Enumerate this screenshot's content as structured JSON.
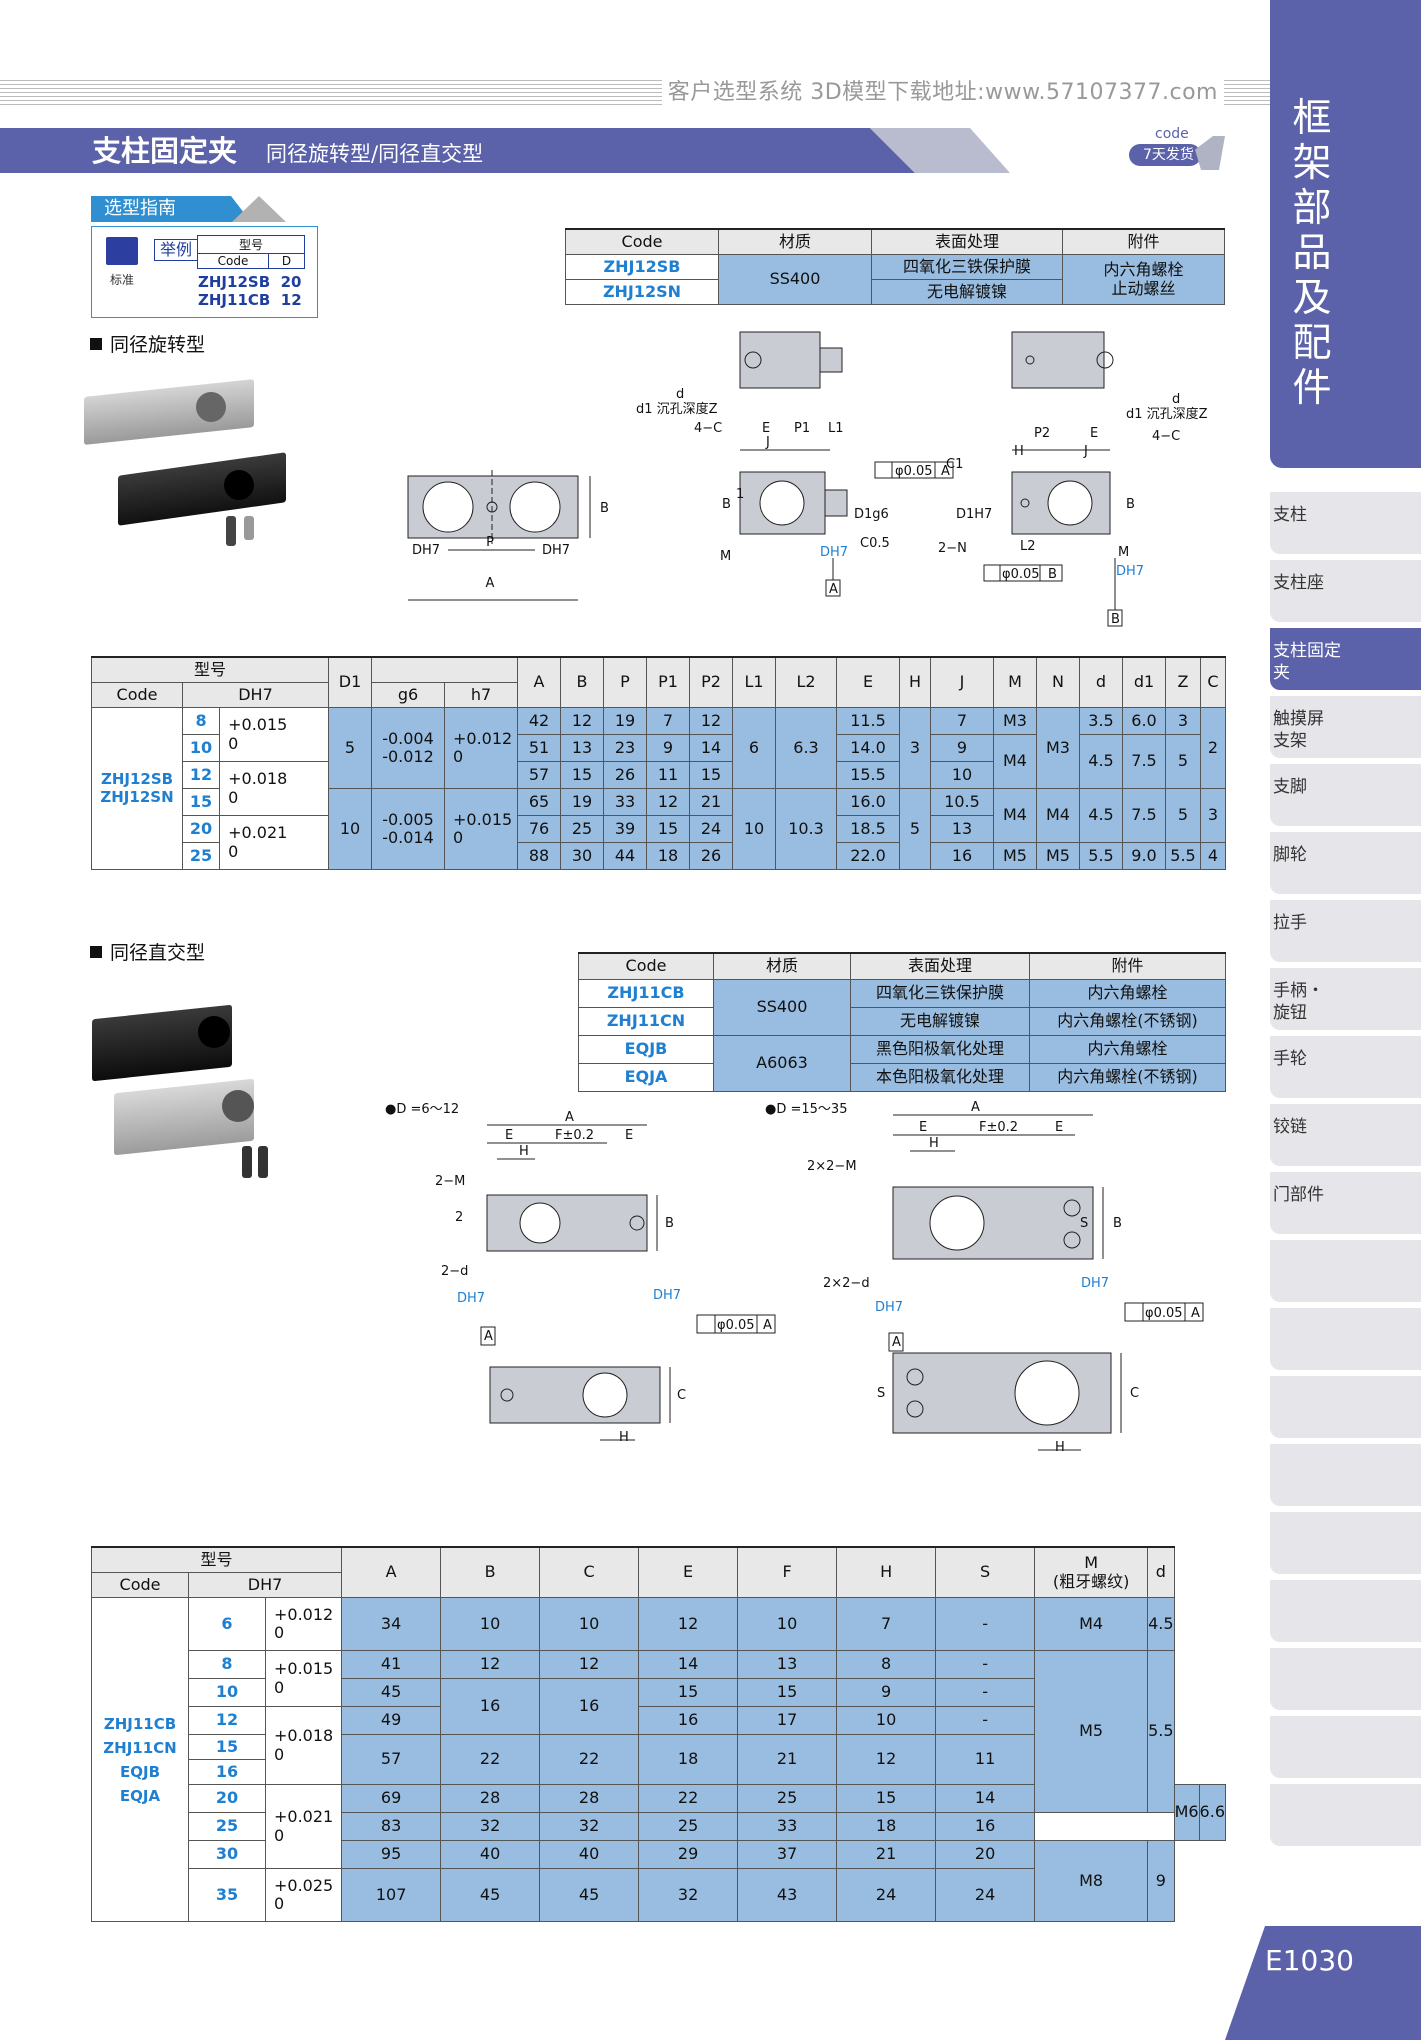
{
  "header": {
    "site_text": "客户选型系统  3D模型下载地址:www.57107377.com",
    "title": "支柱固定夹",
    "subtitle": "同径旋转型/同径直交型",
    "badge_code": "code",
    "badge_text": "7天发货"
  },
  "sidebar": {
    "category_title": "框架部品及配件",
    "items": [
      {
        "label": "支柱",
        "active": false
      },
      {
        "label": "支柱座",
        "active": false
      },
      {
        "label": "支柱固定夹",
        "active": true
      },
      {
        "label": "触摸屏支架",
        "active": false
      },
      {
        "label": "支脚",
        "active": false
      },
      {
        "label": "脚轮",
        "active": false
      },
      {
        "label": "拉手",
        "active": false
      },
      {
        "label": "手柄・旋钮",
        "active": false
      },
      {
        "label": "手轮",
        "active": false
      },
      {
        "label": "铰链",
        "active": false
      },
      {
        "label": "门部件",
        "active": false
      }
    ],
    "page_number": "E1030"
  },
  "guide": {
    "title": "选型指南",
    "example_label": "举例",
    "standard_label": "标准",
    "model_label": "型号",
    "code_label": "Code",
    "d_label": "D",
    "examples": [
      "ZHJ12SB  20",
      "ZHJ11CB  12"
    ]
  },
  "section1": {
    "title": "同径旋转型",
    "material_table": {
      "headers": [
        "Code",
        "材质",
        "表面处理",
        "附件"
      ],
      "codes": [
        "ZHJ12SB",
        "ZHJ12SN"
      ],
      "material": "SS400",
      "surfaces": [
        "四氧化三铁保护膜",
        "无电解镀镍"
      ],
      "accessories": [
        "内六角螺栓",
        "止动螺丝"
      ]
    },
    "drawing_labels": {
      "d_callout": "d",
      "d1_callout": "d1 沉孔深度Z",
      "four_c": "4−C",
      "flatness": "φ0.05",
      "datum_a": "A",
      "datum_b": "B",
      "c05": "C0.5",
      "two_n": "2−N",
      "c1": "C1",
      "dh7": "DH7",
      "d1h7": "D1H7",
      "d1g6": "D1g6",
      "dim_letters": [
        "A",
        "B",
        "P",
        "J",
        "E",
        "P1",
        "L1",
        "M",
        "H",
        "P2",
        "L2",
        "1"
      ]
    },
    "dim_table": {
      "group_header": "型号",
      "code_header": "Code",
      "dh7_header": "DH7",
      "d1_header": "D1",
      "g6_header": "g6",
      "h7_header": "h7",
      "cols": [
        "A",
        "B",
        "P",
        "P1",
        "P2",
        "L1",
        "L2",
        "E",
        "H",
        "J",
        "M",
        "N",
        "d",
        "d1",
        "Z",
        "C"
      ],
      "codes": [
        "ZHJ12SB",
        "ZHJ12SN"
      ],
      "sizes": [
        "8",
        "10",
        "12",
        "15",
        "20",
        "25"
      ],
      "tols": [
        "+0.015",
        "0",
        "+0.018",
        "0",
        "+0.021",
        "0"
      ],
      "d1": [
        "5",
        "10"
      ],
      "g6": [
        "-0.004",
        "-0.012",
        "-0.005",
        "-0.014"
      ],
      "h7": [
        "+0.012",
        "0",
        "+0.015",
        "0"
      ],
      "A": [
        "42",
        "51",
        "57",
        "65",
        "76",
        "88"
      ],
      "B": [
        "12",
        "13",
        "15",
        "19",
        "25",
        "30"
      ],
      "P": [
        "19",
        "23",
        "26",
        "33",
        "39",
        "44"
      ],
      "P1": [
        "7",
        "9",
        "11",
        "12",
        "15",
        "18"
      ],
      "P2": [
        "12",
        "14",
        "15",
        "21",
        "24",
        "26"
      ],
      "L1": [
        "6",
        "10"
      ],
      "L2": [
        "6.3",
        "10.3"
      ],
      "E": [
        "11.5",
        "14.0",
        "15.5",
        "16.0",
        "18.5",
        "22.0"
      ],
      "H": [
        "3",
        "5"
      ],
      "J": [
        "7",
        "9",
        "10",
        "10.5",
        "13",
        "16"
      ],
      "M": [
        "M3",
        "M4",
        "M4",
        "M5"
      ],
      "N": [
        "M3",
        "M4",
        "M5"
      ],
      "d": [
        "3.5",
        "4.5",
        "4.5",
        "5.5"
      ],
      "d1v": [
        "6.0",
        "7.5",
        "7.5",
        "9.0"
      ],
      "Z": [
        "3",
        "5",
        "5",
        "5.5"
      ],
      "C": [
        "2",
        "3",
        "4"
      ]
    }
  },
  "section2": {
    "title": "同径直交型",
    "material_table": {
      "headers": [
        "Code",
        "材质",
        "表面处理",
        "附件"
      ],
      "codes": [
        "ZHJ11CB",
        "ZHJ11CN",
        "EQJB",
        "EQJA"
      ],
      "materials": [
        "SS400",
        "A6063"
      ],
      "surfaces": [
        "四氧化三铁保护膜",
        "无电解镀镍",
        "黑色阳极氧化处理",
        "本色阳极氧化处理"
      ],
      "accessories": [
        "内六角螺栓",
        "内六角螺栓(不锈钢)",
        "内六角螺栓",
        "内六角螺栓(不锈钢)"
      ]
    },
    "drawing_labels": {
      "range1": "●D =6～12",
      "range2": "●D =15～35",
      "two_m": "2−M",
      "two_d": "2−d",
      "two2m": "2×2−M",
      "two2d": "2×2−d",
      "dh7": "DH7",
      "flatness": "φ0.05",
      "datum_a": "A",
      "f_tol": "F±0.2",
      "dim_letters": [
        "A",
        "E",
        "H",
        "B",
        "C",
        "S",
        "2"
      ]
    },
    "dim_table": {
      "group_header": "型号",
      "code_header": "Code",
      "dh7_header": "DH7",
      "cols": [
        "A",
        "B",
        "C",
        "E",
        "F",
        "H",
        "S"
      ],
      "m_header_1": "M",
      "m_header_2": "(粗牙螺纹)",
      "d_header": "d",
      "codes": [
        "ZHJ11CB",
        "ZHJ11CN",
        "EQJB",
        "EQJA"
      ],
      "sizes": [
        "6",
        "8",
        "10",
        "12",
        "15",
        "16",
        "20",
        "25",
        "30",
        "35"
      ],
      "tols": [
        "+0.012",
        "0",
        "+0.015",
        "0",
        "+0.018",
        "0",
        "+0.021",
        "0",
        "+0.025",
        "0"
      ],
      "A": [
        "34",
        "41",
        "45",
        "49",
        "57",
        "69",
        "83",
        "95",
        "107"
      ],
      "B": [
        "10",
        "12",
        "16",
        "22",
        "28",
        "32",
        "40",
        "45"
      ],
      "C": [
        "10",
        "12",
        "16",
        "22",
        "28",
        "32",
        "40",
        "45"
      ],
      "E": [
        "12",
        "14",
        "15",
        "16",
        "18",
        "22",
        "25",
        "29",
        "32"
      ],
      "F": [
        "10",
        "13",
        "15",
        "17",
        "21",
        "25",
        "33",
        "37",
        "43"
      ],
      "H": [
        "7",
        "8",
        "9",
        "10",
        "12",
        "15",
        "18",
        "21",
        "24"
      ],
      "S": [
        "-",
        "-",
        "-",
        "-",
        "11",
        "14",
        "16",
        "20",
        "24"
      ],
      "M": [
        "M4",
        "M5",
        "M6",
        "M8"
      ],
      "d": [
        "4.5",
        "5.5",
        "6.6",
        "9"
      ]
    }
  },
  "colors": {
    "brand": "#5b62a9",
    "cell": "#99bde0",
    "code_text": "#1f7fd0"
  }
}
